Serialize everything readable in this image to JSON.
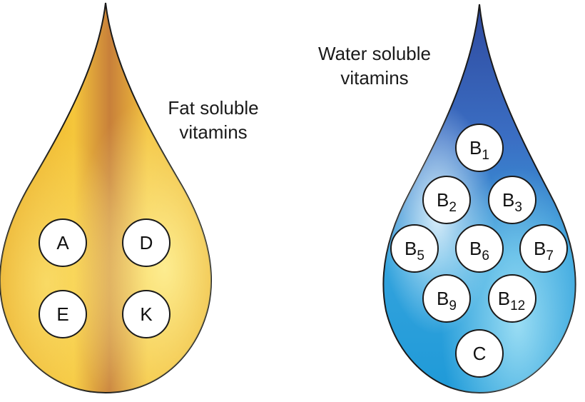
{
  "fat_drop": {
    "caption_line1": "Fat soluble",
    "caption_line2": "vitamins",
    "vitamins": [
      {
        "letter": "A",
        "sub": ""
      },
      {
        "letter": "D",
        "sub": ""
      },
      {
        "letter": "E",
        "sub": ""
      },
      {
        "letter": "K",
        "sub": ""
      }
    ]
  },
  "water_drop": {
    "caption_line1": "Water soluble",
    "caption_line2": "vitamins",
    "vitamins": [
      {
        "letter": "B",
        "sub": "1"
      },
      {
        "letter": "B",
        "sub": "2"
      },
      {
        "letter": "B",
        "sub": "3"
      },
      {
        "letter": "B",
        "sub": "5"
      },
      {
        "letter": "B",
        "sub": "6"
      },
      {
        "letter": "B",
        "sub": "7"
      },
      {
        "letter": "B",
        "sub": "9"
      },
      {
        "letter": "B",
        "sub": "12"
      },
      {
        "letter": "C",
        "sub": ""
      }
    ]
  },
  "colors": {
    "fat_light": "#fbe879",
    "fat_mid": "#f1b72e",
    "fat_dark": "#c27a3a",
    "water_light": "#bfeaf8",
    "water_mid": "#3aa5df",
    "water_dark": "#3251a8",
    "circle_fill": "#ffffff",
    "outline": "#1a1a1a"
  }
}
